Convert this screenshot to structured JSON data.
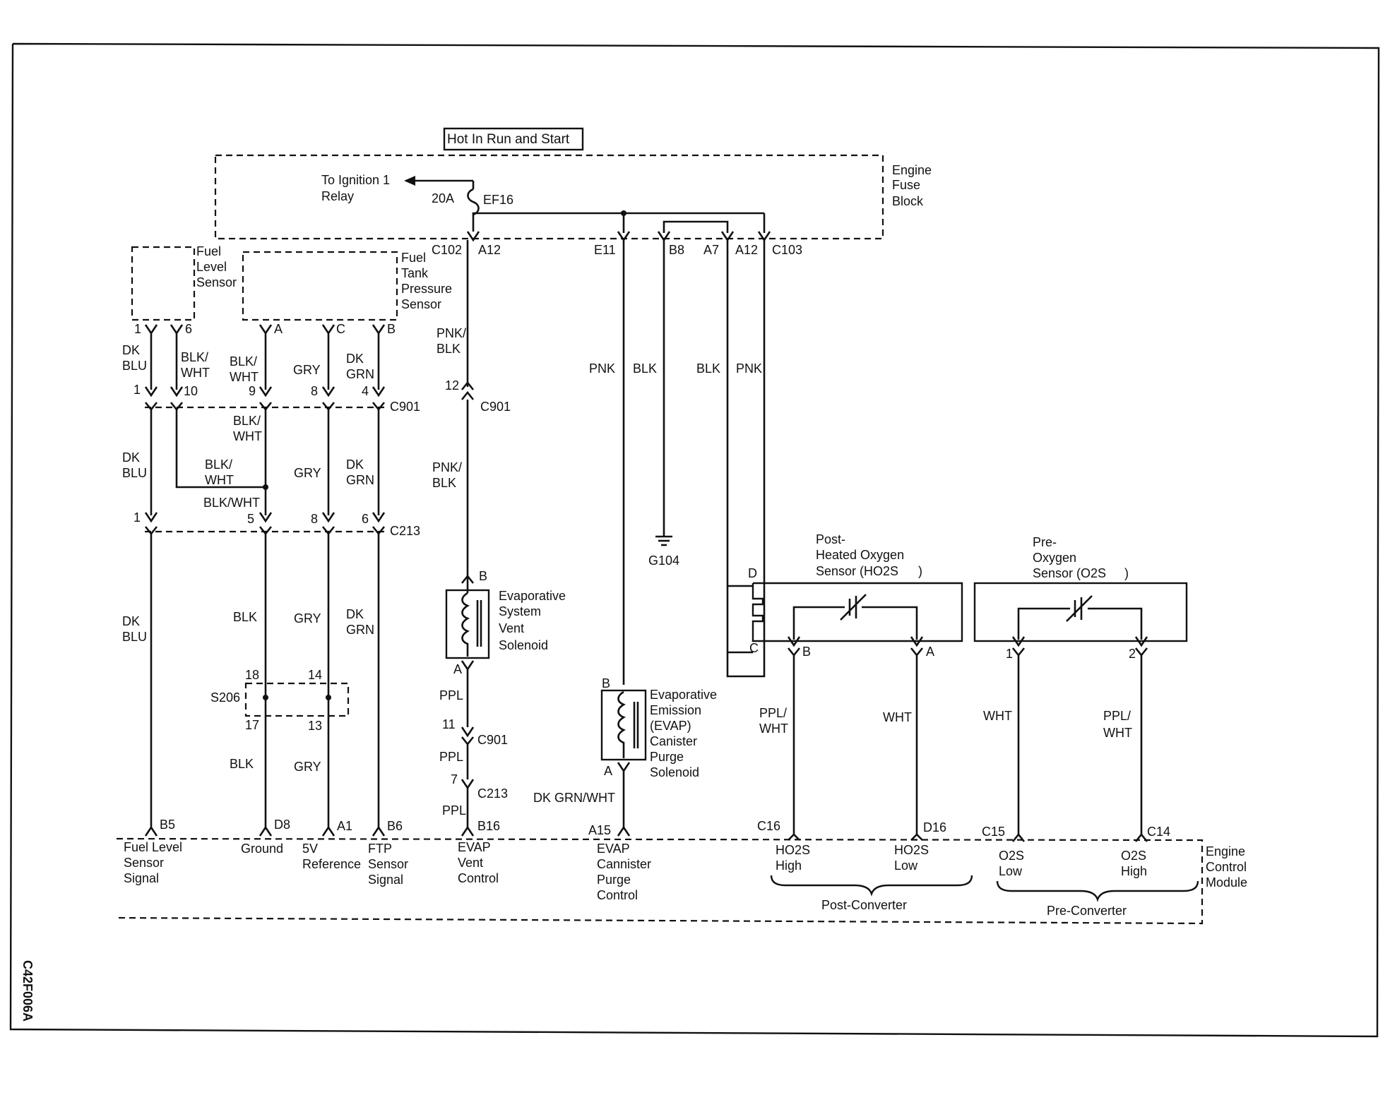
{
  "header": {
    "hot_label": "Hot In Run and Start",
    "figure_code": "C42F006A"
  },
  "fuse_block": {
    "name": [
      "Engine",
      "Fuse",
      "Block"
    ],
    "relay": [
      "To Ignition 1",
      "Relay"
    ],
    "fuse_rating": "20A",
    "fuse_id": "EF16",
    "connectors": {
      "c102": "C102",
      "c103": "C103"
    },
    "pins": {
      "a12_left": "A12",
      "e11": "E11",
      "b8": "B8",
      "a7": "A7",
      "a12_right": "A12"
    }
  },
  "components": {
    "fuel_level_sensor": [
      "Fuel",
      "Level",
      "Sensor"
    ],
    "fuel_tank_pressure_sensor": [
      "Fuel",
      "Tank",
      "Pressure",
      "Sensor"
    ],
    "vent_solenoid": [
      "Evaporative",
      "System",
      "Vent",
      "Solenoid"
    ],
    "purge_solenoid": [
      "Evaporative",
      "Emission",
      "(EVAP)",
      "Canister",
      "Purge",
      "Solenoid"
    ],
    "ho2s": [
      "Post-",
      "Heated Oxygen",
      "Sensor (HO2S",
      ")"
    ],
    "o2s": [
      "Pre-",
      "Oxygen",
      "Sensor (O2S",
      ")"
    ],
    "ground": "G104",
    "splice": "S206",
    "ecm": [
      "Engine",
      "Control",
      "Module"
    ]
  },
  "connectors": {
    "c901": "C901",
    "c213": "C213"
  },
  "pins": {
    "fls_1": "1",
    "fls_6": "6",
    "ftp_a": "A",
    "ftp_c": "C",
    "ftp_b": "B",
    "c901_1": "1",
    "c901_10": "10",
    "c901_9": "9",
    "c901_8": "8",
    "c901_4": "4",
    "c213_1": "1",
    "c213_5": "5",
    "c213_8": "8",
    "c213_6": "6",
    "s206_18": "18",
    "s206_14": "14",
    "s206_17": "17",
    "s206_13": "13",
    "c901_12": "12",
    "vent_b": "B",
    "vent_a": "A",
    "c901_11": "11",
    "c213_7": "7",
    "purge_b": "B",
    "purge_a": "A",
    "ho2s_d": "D",
    "ho2s_c": "C",
    "ho2s_b": "B",
    "ho2s_a": "A",
    "o2s_1": "1",
    "o2s_2": "2"
  },
  "wires": {
    "dk": "DK",
    "blu": "BLU",
    "grn": "GRN",
    "blk_slash": "BLK/",
    "wht": "WHT",
    "gry": "GRY",
    "blk": "BLK",
    "blkwht": "BLK/WHT",
    "pnk_slash": "PNK/",
    "pnk": "PNK",
    "ppl": "PPL",
    "dkgrnwht": "DK GRN/WHT",
    "ppl_slash": "PPL/"
  },
  "ecm_pins": {
    "b5": "B5",
    "d8": "D8",
    "a1": "A1",
    "b6": "B6",
    "b16": "B16",
    "a15": "A15",
    "c16": "C16",
    "d16": "D16",
    "c15": "C15",
    "c14": "C14"
  },
  "ecm_labels": {
    "fuel_level": [
      "Fuel Level",
      "Sensor",
      "Signal"
    ],
    "ground": "Ground",
    "fivev": [
      "5V",
      "Reference"
    ],
    "ftp": [
      "FTP",
      "Sensor",
      "Signal"
    ],
    "evap_vent": [
      "EVAP",
      "Vent",
      "Control"
    ],
    "evap_purge": [
      "EVAP",
      "Cannister",
      "Purge",
      "Control"
    ],
    "ho2s_high": [
      "HO2S",
      "High"
    ],
    "ho2s_low": [
      "HO2S",
      "Low"
    ],
    "o2s_low": [
      "O2S",
      "Low"
    ],
    "o2s_high": [
      "O2S",
      "High"
    ],
    "post_converter": "Post-Converter",
    "pre_converter": "Pre-Converter"
  }
}
